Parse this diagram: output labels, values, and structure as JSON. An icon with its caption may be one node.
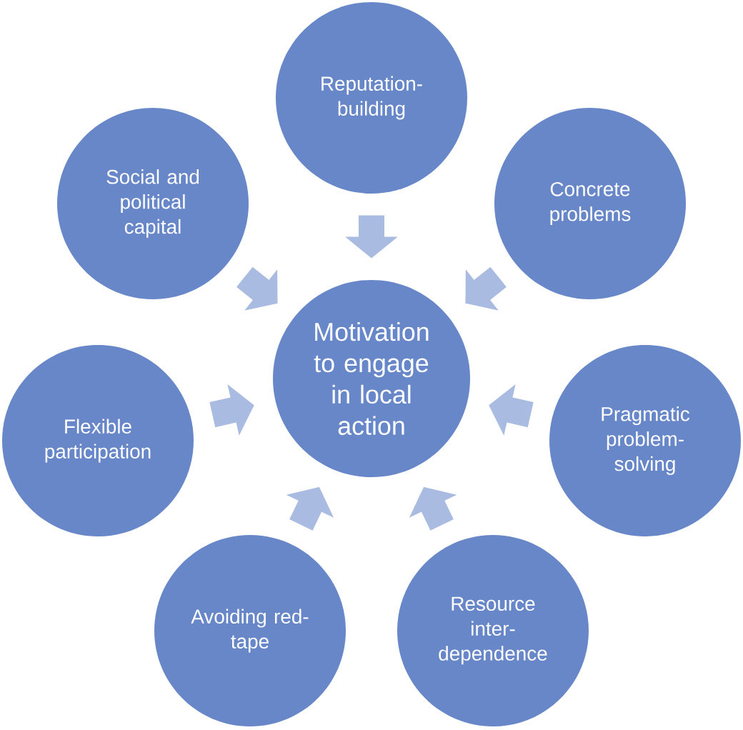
{
  "diagram": {
    "nodes": [
      {
        "text": [
          "Motivation to engage in local action"
        ]
      },
      {
        "text": [
          "Reputation-building"
        ]
      },
      {
        "text": [
          "Concrete problems"
        ]
      },
      {
        "text": [
          "Pragmatic problem-solving"
        ]
      },
      {
        "text": [
          "Resource inter-dependence"
        ]
      },
      {
        "text": [
          "Avoiding red-tape"
        ]
      },
      {
        "text": [
          "Flexible participation"
        ]
      },
      {
        "text": [
          "Social and political capital"
        ]
      }
    ],
    "edges": [
      {
        "from": 1,
        "to": 0,
        "arrow": "to"
      },
      {
        "from": 2,
        "to": 0,
        "arrow": "to"
      },
      {
        "from": 3,
        "to": 0,
        "arrow": "to"
      },
      {
        "from": 4,
        "to": 0,
        "arrow": "to"
      },
      {
        "from": 5,
        "to": 0,
        "arrow": "to"
      },
      {
        "from": 6,
        "to": 0,
        "arrow": "to"
      },
      {
        "from": 7,
        "to": 0,
        "arrow": "to"
      }
    ]
  }
}
